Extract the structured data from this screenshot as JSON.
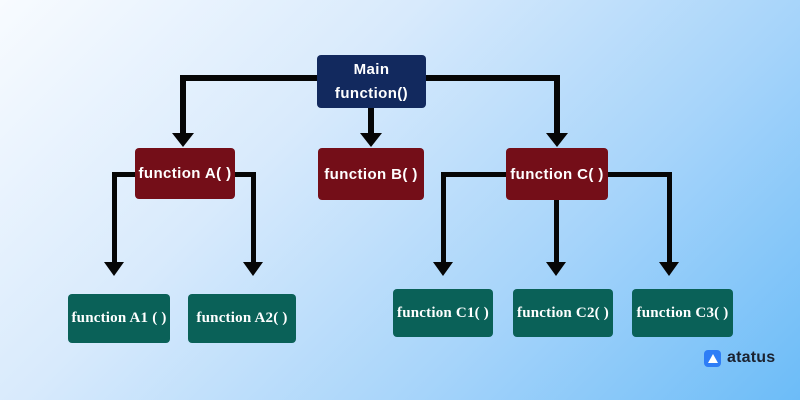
{
  "diagram": {
    "root": {
      "id": "main",
      "line1": "Main",
      "line2": "function()"
    },
    "level2": [
      {
        "id": "a",
        "label": "function A( )"
      },
      {
        "id": "b",
        "label": "function B( )"
      },
      {
        "id": "c",
        "label": "function C( )"
      }
    ],
    "level3": [
      {
        "id": "a1",
        "label": "function A1 ( )"
      },
      {
        "id": "a2",
        "label": "function A2( )"
      },
      {
        "id": "c1",
        "label": "function C1( )"
      },
      {
        "id": "c2",
        "label": "function C2( )"
      },
      {
        "id": "c3",
        "label": "function C3( )"
      }
    ],
    "edges": [
      {
        "from": "main",
        "to": "a"
      },
      {
        "from": "main",
        "to": "b"
      },
      {
        "from": "main",
        "to": "c"
      },
      {
        "from": "a",
        "to": "a1"
      },
      {
        "from": "a",
        "to": "a2"
      },
      {
        "from": "c",
        "to": "c1"
      },
      {
        "from": "c",
        "to": "c2"
      },
      {
        "from": "c",
        "to": "c3"
      }
    ],
    "colors": {
      "root_box": "#12295e",
      "level2_box": "#740e18",
      "level3_box": "#0a6158",
      "connector": "#060606",
      "background_top_left": "#f8fbff",
      "background_bottom_right": "#6cbcf8"
    }
  },
  "branding": {
    "logo_text": "atatus",
    "logo_color": "#2e7df6",
    "logo_text_color": "#1b2230"
  }
}
